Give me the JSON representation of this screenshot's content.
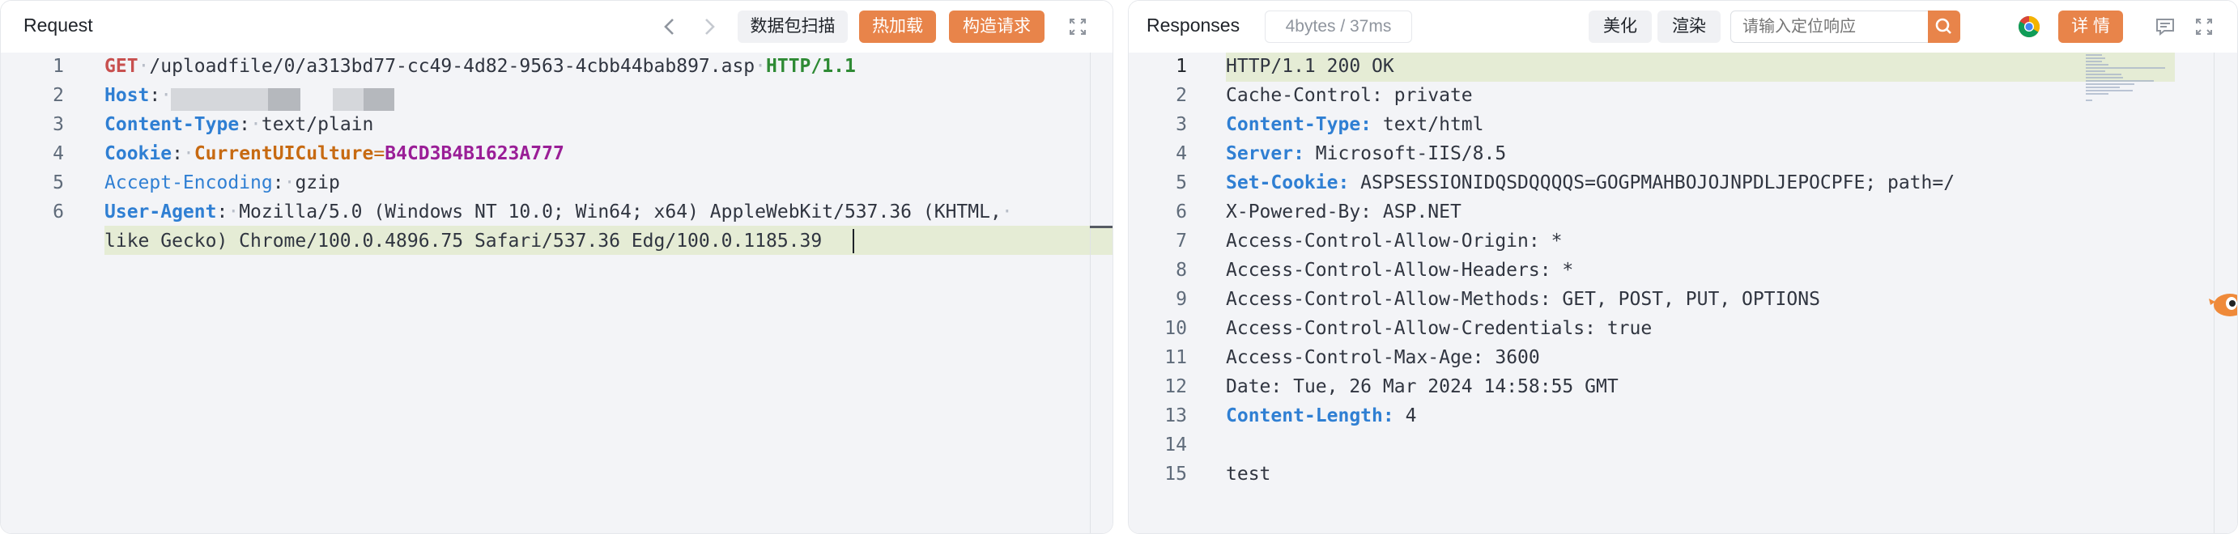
{
  "request": {
    "title": "Request",
    "buttons": {
      "scan": "数据包扫描",
      "hot_load": "热加载",
      "build": "构造请求"
    },
    "line_numbers": [
      "1",
      "2",
      "3",
      "4",
      "5",
      "6"
    ],
    "lines": {
      "l1": {
        "method": "GET",
        "path": "/uploadfile/0/a313bd77-cc49-4d82-9563-4cbb44bab897.asp",
        "version": "HTTP/1.1"
      },
      "l2": {
        "key": "Host",
        "sep": ":"
      },
      "l3": {
        "key": "Content-Type",
        "sep": ":",
        "value": "text/plain"
      },
      "l4": {
        "key": "Cookie",
        "sep": ":",
        "cookie_name": "CurrentUICulture",
        "eq": "=",
        "cookie_value": "B4CD3B4B1623A777"
      },
      "l5": {
        "key": "Accept-Encoding",
        "sep": ":",
        "value": "gzip"
      },
      "l6": {
        "key": "User-Agent",
        "sep": ":",
        "value_a": "Mozilla/5.0 (Windows NT 10.0; Win64; x64) AppleWebKit/537.36 (KHTML,",
        "value_b": "like Gecko) Chrome/100.0.4896.75 Safari/537.36 Edg/100.0.1185.39"
      }
    }
  },
  "response": {
    "title": "Responses",
    "size_info": "4bytes / 37ms",
    "buttons": {
      "beautify": "美化",
      "render": "渲染",
      "details": "详 情"
    },
    "search": {
      "placeholder": "请输入定位响应"
    },
    "line_numbers": [
      "1",
      "2",
      "3",
      "4",
      "5",
      "6",
      "7",
      "8",
      "9",
      "10",
      "11",
      "12",
      "13",
      "14",
      "15"
    ],
    "lines": [
      {
        "k": "HTTP/1.1 200 OK",
        "v": "",
        "style": "plain"
      },
      {
        "k": "Cache-Control:",
        "v": " private",
        "style": "plain"
      },
      {
        "k": "Content-Type:",
        "v": " text/html",
        "style": "blue"
      },
      {
        "k": "Server:",
        "v": " Microsoft-IIS/8.5",
        "style": "blue"
      },
      {
        "k": "Set-Cookie:",
        "v": " ASPSESSIONIDQSDQQQQS=GOGPMAHBOJOJNPDLJEPOCPFE; path=/",
        "style": "blue"
      },
      {
        "k": "X-Powered-By:",
        "v": " ASP.NET",
        "style": "plain"
      },
      {
        "k": "Access-Control-Allow-Origin:",
        "v": " *",
        "style": "plain"
      },
      {
        "k": "Access-Control-Allow-Headers:",
        "v": " *",
        "style": "plain"
      },
      {
        "k": "Access-Control-Allow-Methods:",
        "v": " GET, POST, PUT, OPTIONS",
        "style": "plain"
      },
      {
        "k": "Access-Control-Allow-Credentials:",
        "v": " true",
        "style": "plain"
      },
      {
        "k": "Access-Control-Max-Age:",
        "v": " 3600",
        "style": "plain"
      },
      {
        "k": "Date:",
        "v": " Tue, 26 Mar 2024 14:58:55 GMT",
        "style": "plain"
      },
      {
        "k": "Content-Length:",
        "v": " 4",
        "style": "blue"
      },
      {
        "k": "",
        "v": "",
        "style": "plain"
      },
      {
        "k": "test",
        "v": "",
        "style": "plain"
      }
    ]
  },
  "colors": {
    "accent": "#e8844a",
    "header_blue": "#2f7fd3",
    "line_highlight": "#e5ecd5"
  }
}
